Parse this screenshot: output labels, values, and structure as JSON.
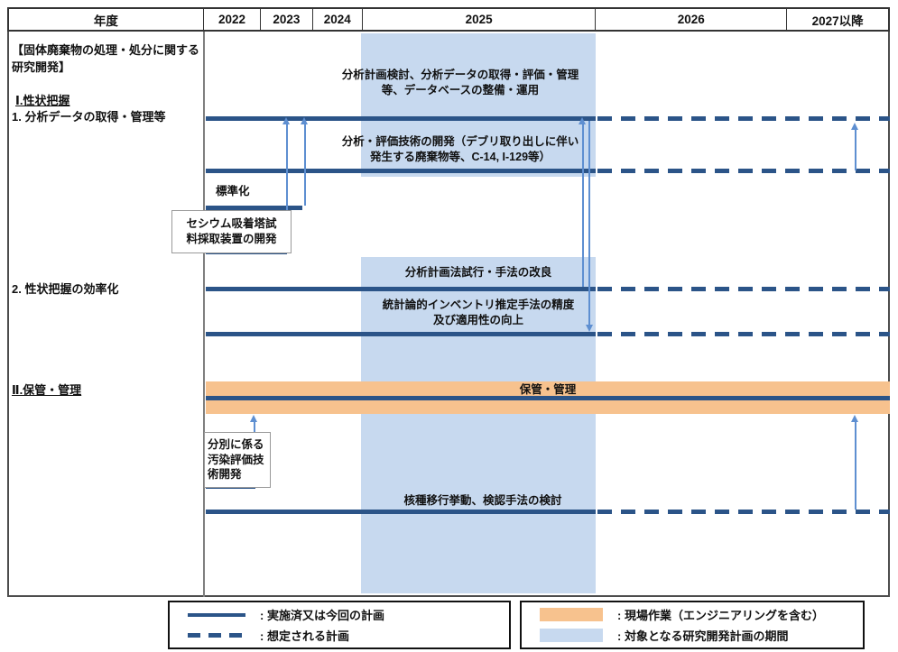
{
  "colors": {
    "navy": "#2B5488",
    "orange": "#F7C28E",
    "band": "#C7D9EF",
    "arrow": "#5E8FD1",
    "grid": "#7f7f7f",
    "frame": "#4d4d4d",
    "text": "#111111"
  },
  "header": {
    "year_label": "年度",
    "years": [
      "2022",
      "2023",
      "2024",
      "2025",
      "2026",
      "2027以降"
    ]
  },
  "left_panel": {
    "title": "【固体廃棄物の処理・処分に関する研究開発】",
    "section_1": "Ⅰ.性状把握",
    "item_1": "1. 分析データの取得・管理等",
    "item_2": "2. 性状把握の効率化",
    "section_2": "Ⅱ.保管・管理"
  },
  "annotations": {
    "analysis_plan": "分析計画検討、分析データの取得・評価・管理\n等、データベースの整備・運用",
    "analysis_tech": "分析・評価技術の開発（デブリ取り出しに伴い\n発生する廃棄物等、C-14, I-129等）",
    "standardization": "標準化",
    "cesium_box": "セシウム吸着塔試\n料採取装置の開発",
    "plan_trial": "分析計画法試行・手法の改良",
    "statistical": "統計論的インベントリ推定手法の精度\n及び適用性の向上",
    "storage_bar": "保管・管理",
    "sorting_box": "分別に係る\n汚染評価技\n術開発",
    "nuclide": "核種移行挙動、検認手法の検討"
  },
  "legend": {
    "left": [
      {
        "swatch": "solid-line",
        "label": ": 実施済又は今回の計画"
      },
      {
        "swatch": "dashed-line",
        "label": ": 想定される計画"
      }
    ],
    "right": [
      {
        "swatch": "orange-bar",
        "label": ": 現場作業（エンジニアリングを含む）"
      },
      {
        "swatch": "blue-band",
        "label": ": 対象となる研究開発計画の期間"
      }
    ]
  },
  "chart_data": {
    "type": "table",
    "subtype": "gantt-schedule",
    "x_categories": [
      "2022",
      "2023",
      "2024",
      "2025",
      "2026",
      "2027以降"
    ],
    "highlight_period": {
      "label": "対象となる研究開発計画の期間",
      "covers": "2025"
    },
    "legend_notes": {
      "solid_line": "実施済又は今回の計画",
      "dashed_line": "想定される計画",
      "orange_bar": "現場作業（エンジニアリングを含む）",
      "blue_band": "対象となる研究開発計画の期間"
    },
    "rows": [
      {
        "group": "Ⅰ.性状把握 / 1. 分析データの取得・管理等",
        "label": "分析計画検討、分析データの取得・評価・管理等、データベースの整備・運用",
        "solid_years": [
          2022,
          2025
        ],
        "dashed_years": [
          2026,
          2027
        ]
      },
      {
        "group": "Ⅰ.性状把握 / 1. 分析データの取得・管理等",
        "label": "分析・評価技術の開発（デブリ取り出しに伴い発生する廃棄物等、C-14, I-129等）",
        "solid_years": [
          2022,
          2025
        ],
        "dashed_years": [
          2026,
          2027
        ],
        "arrow": "end of dashed line up to row 1 (2027)"
      },
      {
        "group": "Ⅰ.性状把握 / 1. 分析データの取得・管理等",
        "label": "標準化",
        "solid_years": [
          2022,
          2023.7
        ],
        "arrow": "end of bar up to row 1"
      },
      {
        "group": "Ⅰ.性状把握 / 1. 分析データの取得・管理等",
        "label": "セシウム吸着塔試料採取装置の開発",
        "solid_years": [
          2022,
          2023.4
        ],
        "arrow": "end of bar up to row 1"
      },
      {
        "group": "2. 性状把握の効率化",
        "label": "分析計画法試行・手法の改良",
        "solid_years": [
          2022,
          2025
        ],
        "dashed_years": [
          2026,
          2027
        ],
        "arrow": "up to row 1 at end of 2025"
      },
      {
        "group": "2. 性状把握の効率化",
        "label": "統計論的インベントリ推定手法の精度及び適用性の向上",
        "solid_years": [
          2022,
          2025
        ],
        "dashed_years": [
          2026,
          2027
        ],
        "arrow": "down from row 1 at end of 2025"
      },
      {
        "group": "Ⅱ.保管・管理",
        "label": "保管・管理",
        "style": "orange field-work bar with solid line",
        "solid_years": [
          2022,
          2027
        ]
      },
      {
        "group": "Ⅱ.保管・管理",
        "label": "分別に係る汚染評価技術開発",
        "solid_years": [
          2022,
          2022.9
        ],
        "arrow": "end of bar up to 保管・管理 bar"
      },
      {
        "group": "Ⅱ.保管・管理",
        "label": "核種移行挙動、検認手法の検討",
        "solid_years": [
          2022,
          2025
        ],
        "dashed_years": [
          2026,
          2027
        ],
        "arrow": "2027 dashed line up to 保管・管理 bar"
      }
    ]
  }
}
